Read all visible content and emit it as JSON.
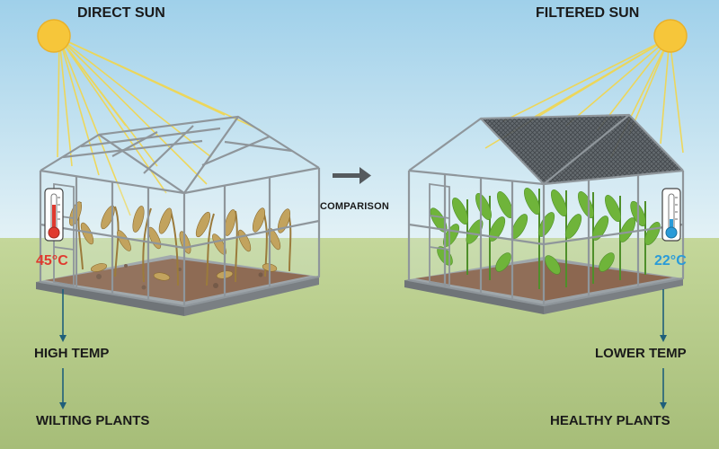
{
  "left": {
    "title": "DIRECT SUN",
    "temperature": "45°C",
    "step1": "HIGH TEMP",
    "step2": "WILTING PLANTS"
  },
  "right": {
    "title": "FILTERED SUN",
    "temperature": "22°C",
    "step1": "LOWER TEMP",
    "step2": "HEALTHY PLANTS"
  },
  "middle": {
    "label": "COMPARISON"
  },
  "colors": {
    "sky_top": "#9fd0ea",
    "sky_bottom": "#e4f2f6",
    "ground": "#b5ca88",
    "sun": "#f6c63a",
    "hot": "#e03a2f",
    "cool": "#2a9bd8",
    "frame": "#8f969b",
    "soil": "#7a4a2c",
    "wilted_leaf": "#c2a35e",
    "healthy_leaf": "#6fb43a",
    "arrow": "#1f5f7a",
    "shade_net": "#555a5e"
  }
}
